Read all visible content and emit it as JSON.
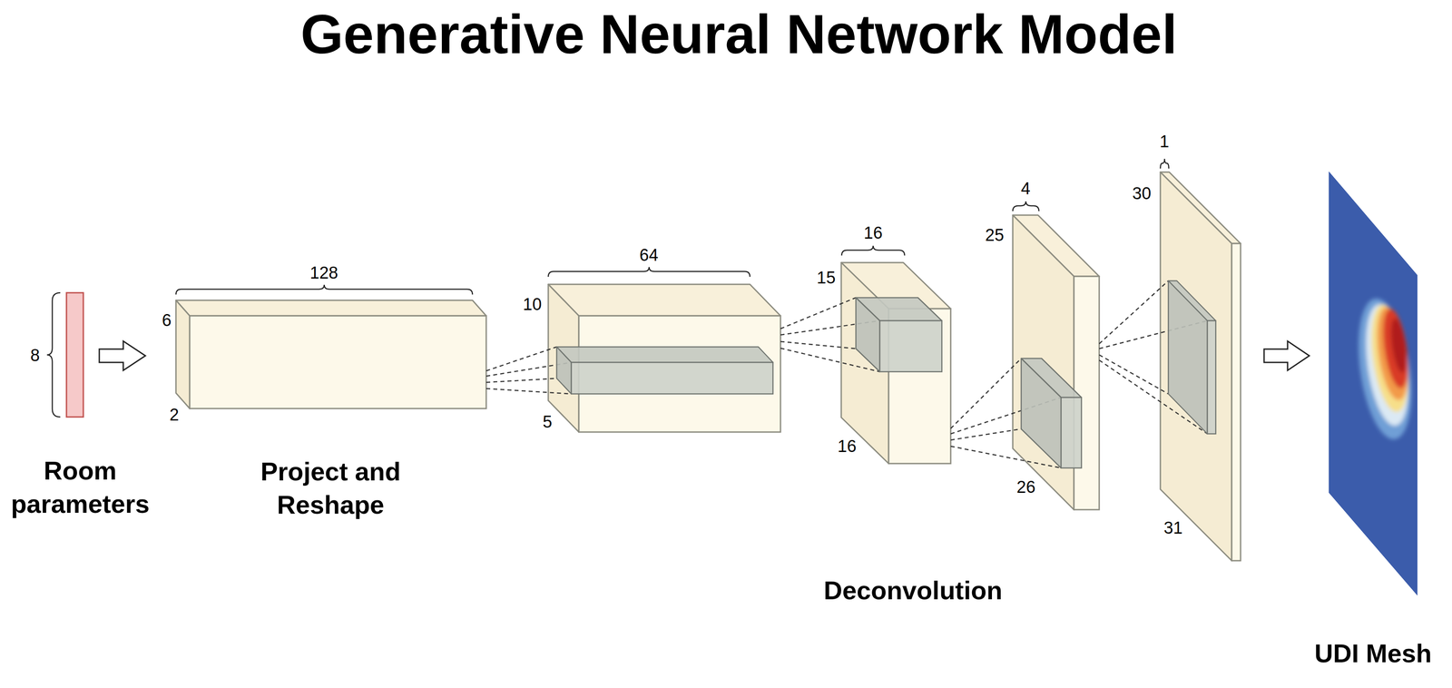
{
  "diagram": {
    "title": "Generative Neural Network Model",
    "labels": [
      "8",
      "Room parameters",
      "128",
      "6",
      "2",
      "Project and Reshape",
      "64",
      "10",
      "5",
      "16",
      "15",
      "16",
      "4",
      "25",
      "26",
      "1",
      "30",
      "31",
      "Deconvolution",
      "UDI Mesh"
    ]
  }
}
